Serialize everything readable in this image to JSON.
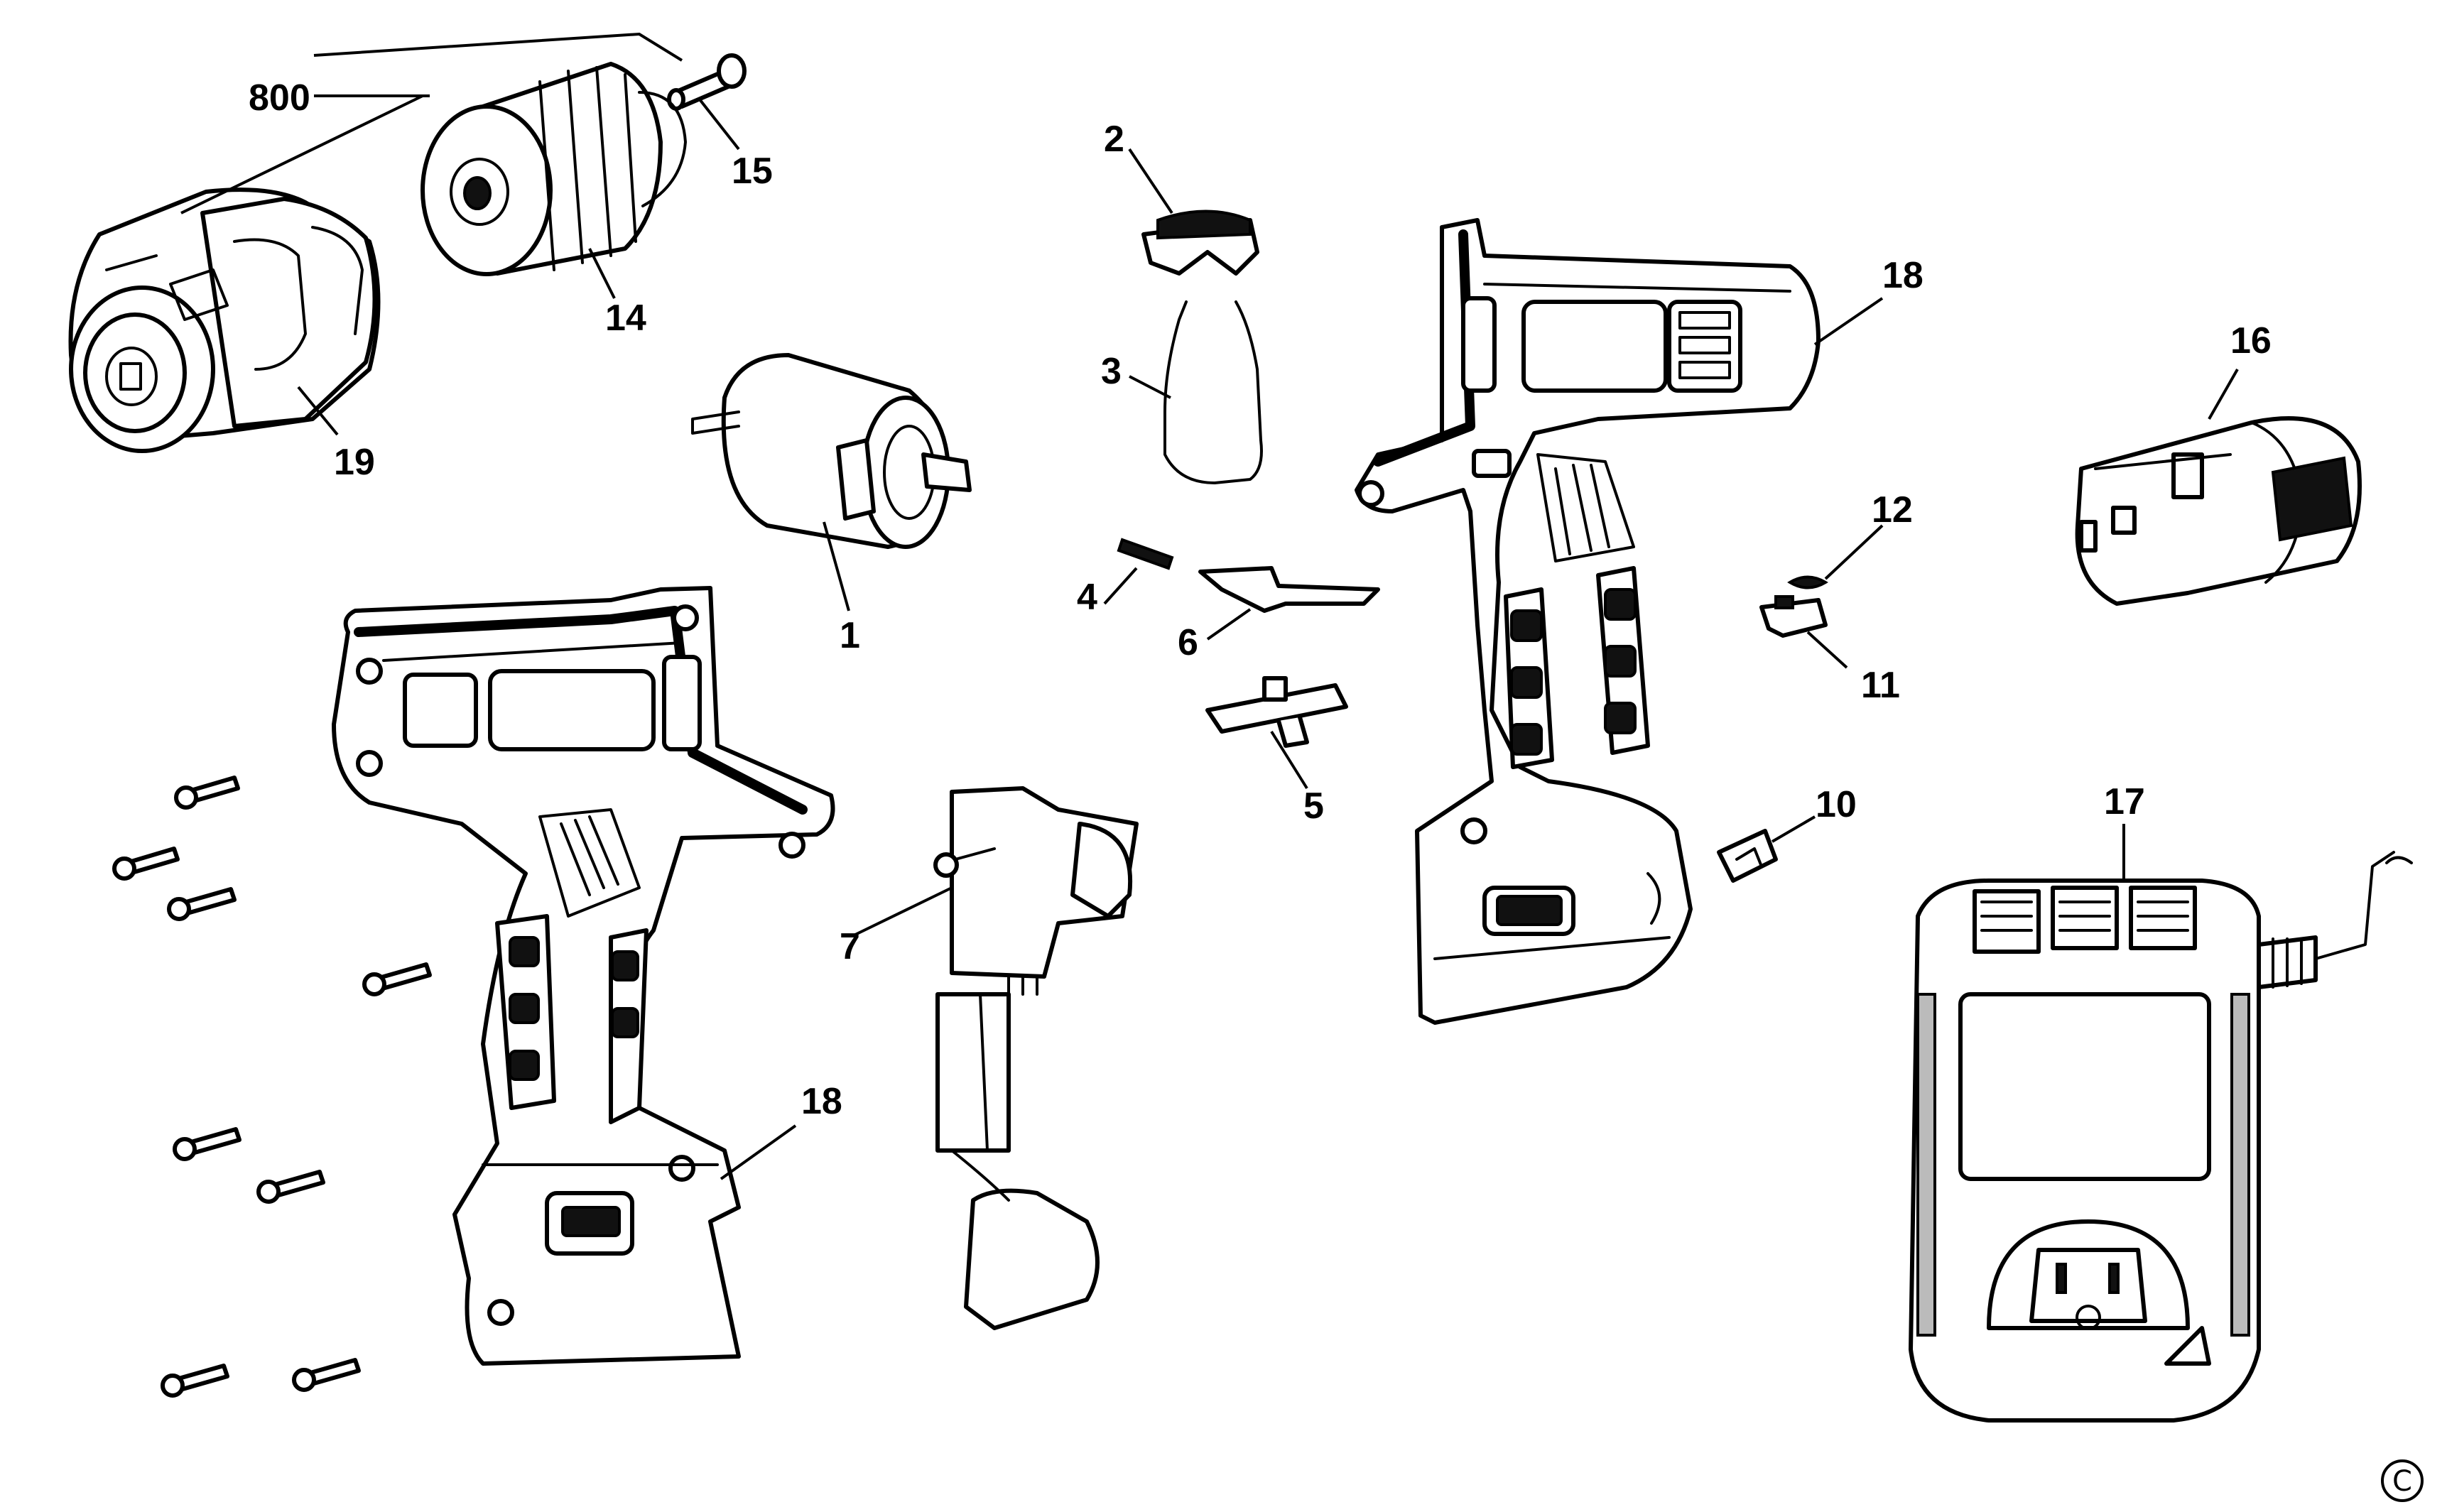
{
  "diagram": {
    "labels": {
      "800": "800",
      "15": "15",
      "14": "14",
      "19": "19",
      "1": "1",
      "2": "2",
      "3": "3",
      "4": "4",
      "6": "6",
      "5": "5",
      "7": "7",
      "18a": "18",
      "18b": "18",
      "12": "12",
      "11": "11",
      "10": "10",
      "16": "16",
      "17": "17"
    },
    "copyright": "C"
  }
}
